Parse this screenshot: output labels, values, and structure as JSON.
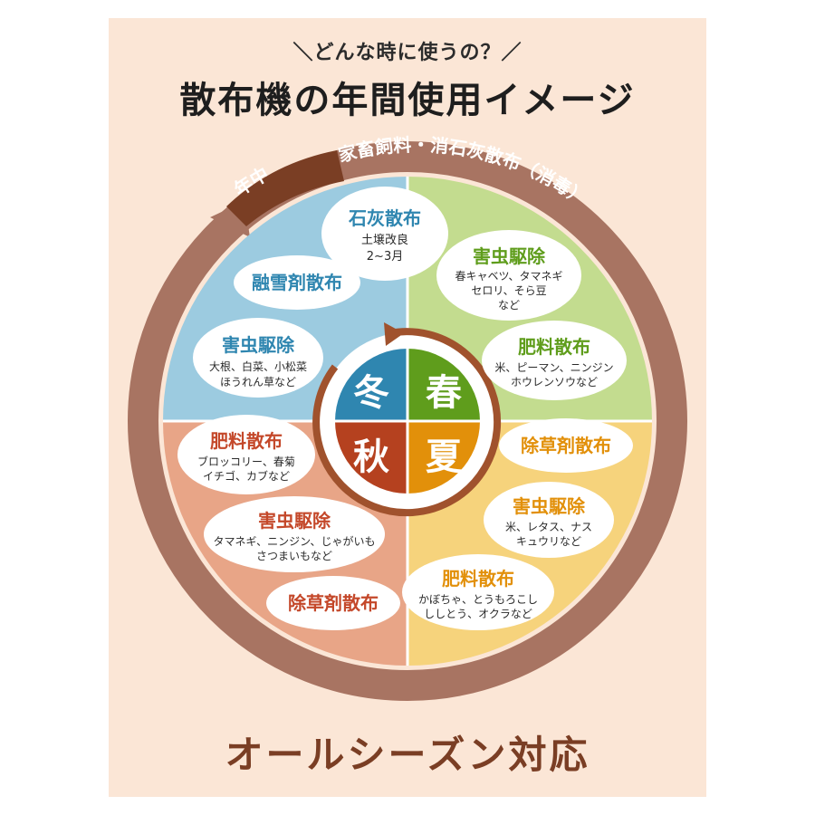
{
  "header": {
    "subtitle": "＼どんな時に使うの？／",
    "title": "散布機の年間使用イメージ"
  },
  "ring": {
    "badge": "年中",
    "banner": "家畜飼料・消石灰散布（消毒）"
  },
  "seasons": {
    "winter": "冬",
    "spring": "春",
    "autumn": "秋",
    "summer": "夏"
  },
  "colors": {
    "winter": "#9ccbe0",
    "spring": "#c3dc8f",
    "autumn": "#e8a587",
    "summer": "#f6d37c",
    "winter_text": "#2f86b0",
    "spring_text": "#5f9d1c",
    "autumn_text": "#c4482a",
    "summer_text": "#e2900a",
    "ring": "#a87462",
    "accent": "#7a3e24"
  },
  "bubbles": {
    "winter_lime": {
      "title": "石灰散布",
      "line1": "土壌改良",
      "line2": "2~3月"
    },
    "winter_snow": {
      "title": "融雪剤散布"
    },
    "winter_pest": {
      "title": "害虫駆除",
      "line1": "大根、白菜、小松菜",
      "line2": "ほうれん草など"
    },
    "spring_pest": {
      "title": "害虫駆除",
      "line1": "春キャベツ、タマネギ",
      "line2": "セロリ、そら豆",
      "line3": "など"
    },
    "spring_fert": {
      "title": "肥料散布",
      "line1": "米、ピーマン、ニンジン",
      "line2": "ホウレンソウなど"
    },
    "autumn_fert": {
      "title": "肥料散布",
      "line1": "ブロッコリー、春菊",
      "line2": "イチゴ、カブなど"
    },
    "autumn_pest": {
      "title": "害虫駆除",
      "line1": "タマネギ、ニンジン、じゃがいも",
      "line2": "さつまいもなど"
    },
    "autumn_weed": {
      "title": "除草剤散布"
    },
    "summer_weed": {
      "title": "除草剤散布"
    },
    "summer_pest": {
      "title": "害虫駆除",
      "line1": "米、レタス、ナス",
      "line2": "キュウリなど"
    },
    "summer_fert": {
      "title": "肥料散布",
      "line1": "かぼちゃ、とうもろこし",
      "line2": "ししとう、オクラなど"
    }
  },
  "footer": {
    "text": "オールシーズン対応"
  }
}
